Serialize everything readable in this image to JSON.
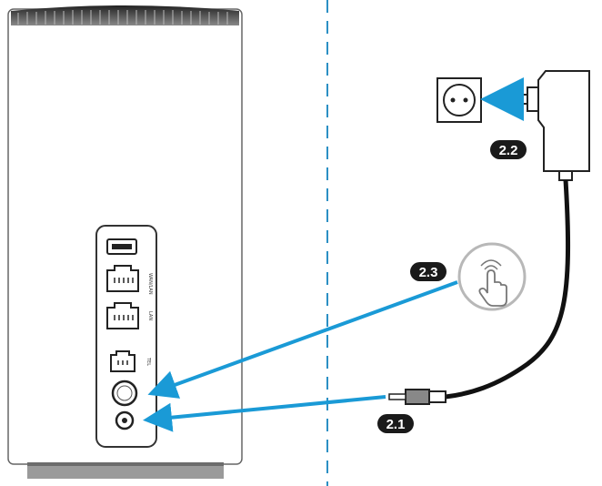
{
  "steps": {
    "step_2_1": "2.1",
    "step_2_2": "2.2",
    "step_2_3": "2.3"
  },
  "port_labels": {
    "wan_lan": "WAN/LAN",
    "lan": "LAN",
    "tel": "TEL"
  },
  "icons": [
    "usb-port-icon",
    "ethernet-port-icon",
    "telephone-port-icon",
    "power-button-icon",
    "dc-power-jack-icon",
    "wall-socket-icon",
    "power-adapter-icon",
    "dc-plug-icon",
    "press-hand-icon"
  ],
  "colors": {
    "arrow": "#1a9ad6",
    "divider": "#2b8fc4",
    "badge": "#1a1a1a",
    "device_outline": "#555555"
  }
}
